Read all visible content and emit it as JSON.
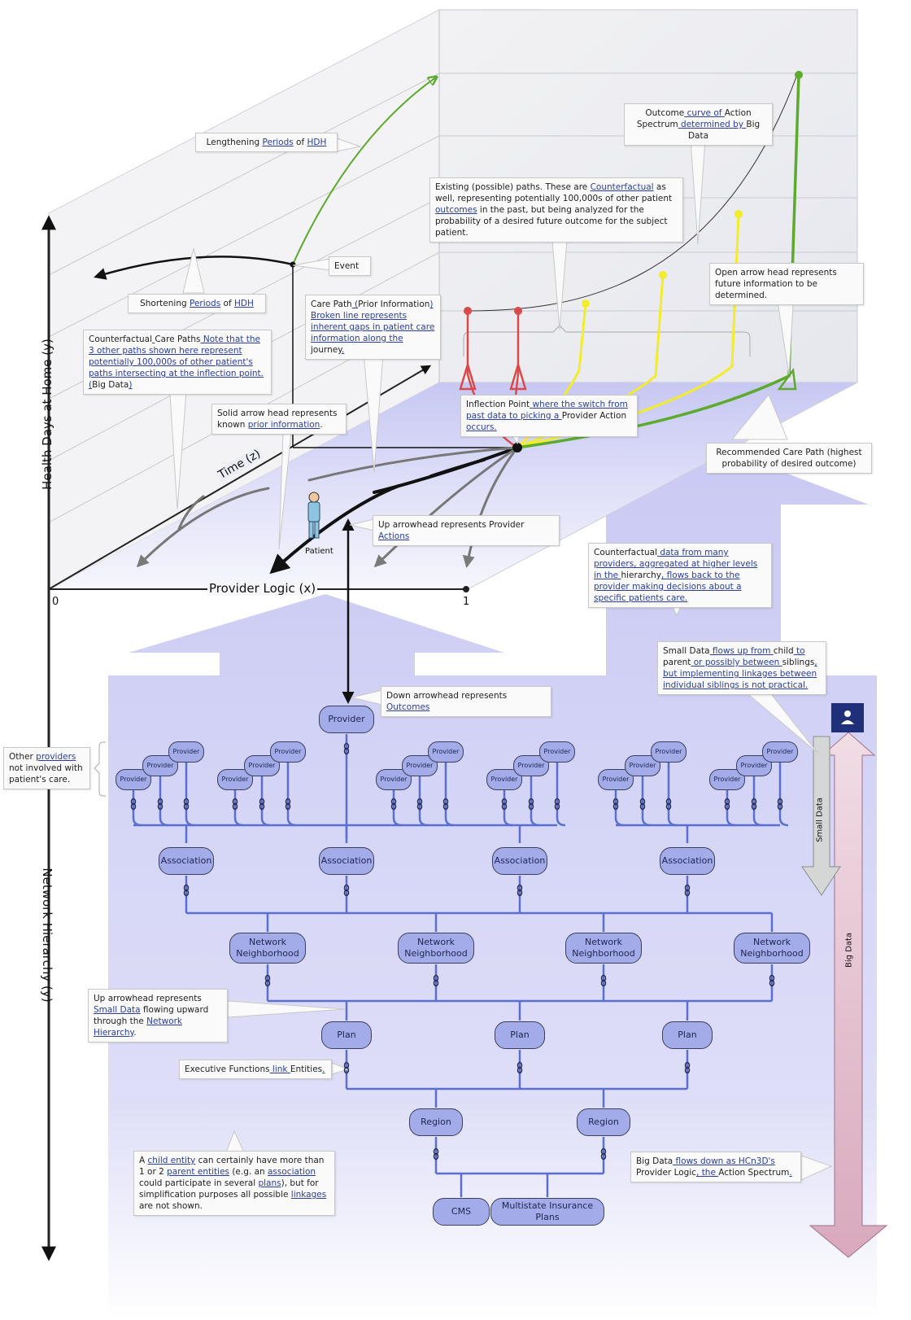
{
  "axes": {
    "y_label": "Health Days at Home (y)",
    "x_label": "Provider Logic (x)",
    "z_label": "Time (z)",
    "network_label": "Network Hierarchy (y)",
    "tick_0": "0",
    "tick_1": "1"
  },
  "patient_label": "Patient",
  "notes": {
    "lengthening": [
      "Lengthening ",
      "Periods",
      " of ",
      "HDH"
    ],
    "outcome_curve": [
      "Outcome",
      " curve of ",
      "Action Spectrum",
      " determined by ",
      "Big Data"
    ],
    "existing_paths": [
      "Existing (possible) paths. These are ",
      "Counterfactual",
      " as well, representing potentially 100,000s of other patient ",
      "outcomes",
      " in the past, but being analyzed for the probability of a desired future outcome for the subject patient."
    ],
    "event": [
      "Event"
    ],
    "shortening": [
      "Shortening ",
      "Periods",
      " of ",
      "HDH"
    ],
    "care_path": [
      "Care Path",
      " (",
      "Prior Information",
      ") Broken line represents inherent gaps in patient care information along the ",
      "journey",
      "."
    ],
    "open_arrow": [
      "Open arrow head represents future information to be determined."
    ],
    "counterfactual_care": [
      "Counterfactual",
      " ",
      "Care Paths",
      " Note that the 3 other paths shown here represent potentially 100,000s of other patient's paths intersecting at the inflection point.  (",
      "Big Data",
      ")"
    ],
    "solid_arrow": [
      "Solid arrow head represents known ",
      "prior information",
      "."
    ],
    "inflection": [
      "Inflection Point",
      " where the switch from past data to picking a ",
      "Provider Action",
      " occurs."
    ],
    "recommended": [
      "Recommended Care Path (highest probability of desired outcome)"
    ],
    "up_provider_actions": [
      "Up arrowhead represents Provider ",
      "Actions"
    ],
    "counterfactual_data": [
      "Counterfactual",
      " data from many providers, aggregated at higher levels in the ",
      "hierarchy",
      ", flows back to the provider making decisions about a specific patients care."
    ],
    "small_data_flows": [
      "Small Data",
      " flows up from ",
      "child",
      " to ",
      "parent",
      " or possibly between ",
      "siblings",
      ", but implementing linkages between individual siblings is not practical."
    ],
    "down_outcomes": [
      "Down arrowhead represents ",
      "Outcomes"
    ],
    "other_providers": [
      "Other ",
      "providers",
      " not involved with patient's care."
    ],
    "up_small_data": [
      "Up arrowhead represents ",
      "Small Data",
      " flowing upward through the ",
      "Network Hierarchy",
      "."
    ],
    "executive": [
      "Executive Functions",
      " link ",
      "Entities",
      "."
    ],
    "child_entity": [
      "A ",
      "child entity",
      " can certainly have more than 1 or 2 ",
      "parent entities",
      " (e.g. an ",
      "association",
      " could participate in several ",
      "plans",
      "), but for simplification purposes all possible ",
      "linkages",
      " are not shown."
    ],
    "big_data_flows": [
      "Big Data",
      " flows down as HCn3D's ",
      "Provider Logic",
      ", the ",
      "Action Spectrum",
      "."
    ]
  },
  "nodes": {
    "provider": "Provider",
    "association": "Association",
    "network_neighborhood": "Network Neighborhood",
    "plan": "Plan",
    "region": "Region",
    "cms": "CMS",
    "multistate": "Multistate Insurance Plans",
    "small_provider": "Provider"
  },
  "side_arrows": {
    "small_data": "Small Data",
    "big_data": "Big Data"
  },
  "colors": {
    "accent_blue": "#5a6fd0",
    "node_fill": "#a3ace8",
    "red_path": "#d94a4a",
    "yellow_path": "#f2ec2a",
    "green_path": "#5caa2e",
    "band_purple": "#c4c6f6",
    "big_data_arrow": "#e0b8c8",
    "small_data_arrow": "#d4d6d6",
    "person_icon_bg": "#1f2f7a"
  },
  "icons": [
    "person-icon",
    "link-chain-icon",
    "patient-figure"
  ]
}
